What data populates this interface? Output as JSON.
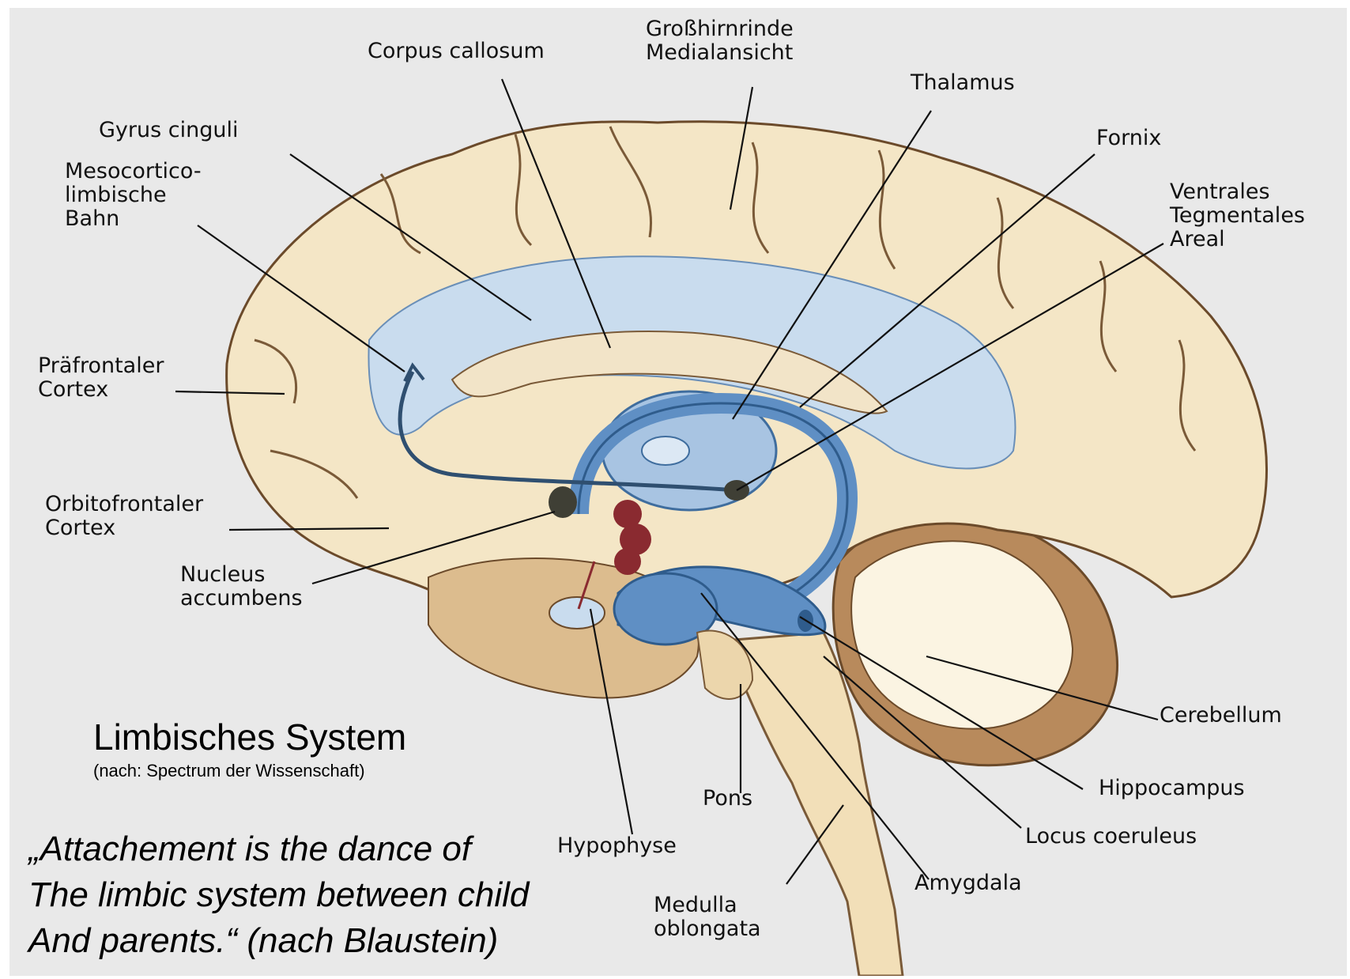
{
  "labels": {
    "corpus_callosum": "Corpus callosum",
    "grosshirnrinde": [
      "Großhirnrinde",
      "Medialansicht"
    ],
    "thalamus": "Thalamus",
    "gyrus_cinguli": "Gyrus cinguli",
    "fornix": "Fornix",
    "mesocortico": [
      "Mesocortico-",
      "limbische",
      "Bahn"
    ],
    "ventrales": [
      "Ventrales",
      "Tegmentales",
      "Areal"
    ],
    "praefrontaler": [
      "Präfrontaler",
      "Cortex"
    ],
    "orbitofrontaler": [
      "Orbitofrontaler",
      "Cortex"
    ],
    "nucleus": [
      "Nucleus",
      "accumbens"
    ],
    "cerebellum": "Cerebellum",
    "hippocampus": "Hippocampus",
    "pons": "Pons",
    "locus": "Locus coeruleus",
    "hypophyse": "Hypophyse",
    "amygdala": "Amygdala",
    "medulla": [
      "Medulla",
      "oblongata"
    ]
  },
  "title": "Limbisches System",
  "subtitle": "(nach: Spectrum der Wissenschaft)",
  "quote": [
    "„Attachement is the dance of",
    "The limbic system between child",
    "And parents.“ (nach Blaustein)"
  ],
  "colors": {
    "background": "#e9e9e9",
    "brain": "#f4e6c6",
    "brain_shadow": "#d9b98a",
    "limbic_blue": "#5f8fc4",
    "light_blue": "#c9dcee",
    "red_nuclei": "#8a2a30",
    "dark_nuclei": "#3f3f35"
  }
}
